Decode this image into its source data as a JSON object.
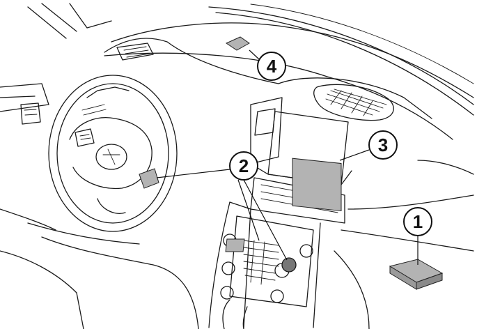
{
  "callouts": [
    {
      "id": "1",
      "label": "1",
      "target": "glovebox-module"
    },
    {
      "id": "2",
      "label": "2",
      "target": "control-panels"
    },
    {
      "id": "3",
      "label": "3",
      "target": "center-display"
    },
    {
      "id": "4",
      "label": "4",
      "target": "windshield-sensor"
    }
  ],
  "colors": {
    "highlight": "#b3b3b3",
    "line": "#1a1a1a",
    "background": "#ffffff"
  }
}
